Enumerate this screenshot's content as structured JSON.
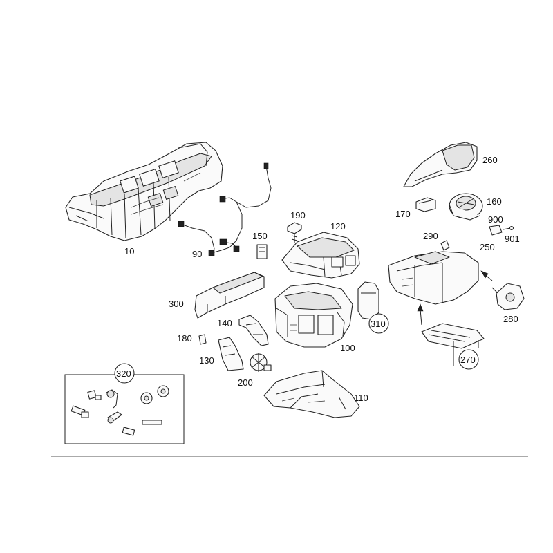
{
  "diagram": {
    "labels": {
      "p10": "10",
      "p90": "90",
      "p100": "100",
      "p110": "110",
      "p120": "120",
      "p130": "130",
      "p140": "140",
      "p150": "150",
      "p160": "160",
      "p170": "170",
      "p180": "180",
      "p190": "190",
      "p200": "200",
      "p250": "250",
      "p260": "260",
      "p270": "270",
      "p280": "280",
      "p290": "290",
      "p300": "300",
      "p310": "310",
      "p320": "320",
      "p900": "900",
      "p901": "901"
    }
  }
}
